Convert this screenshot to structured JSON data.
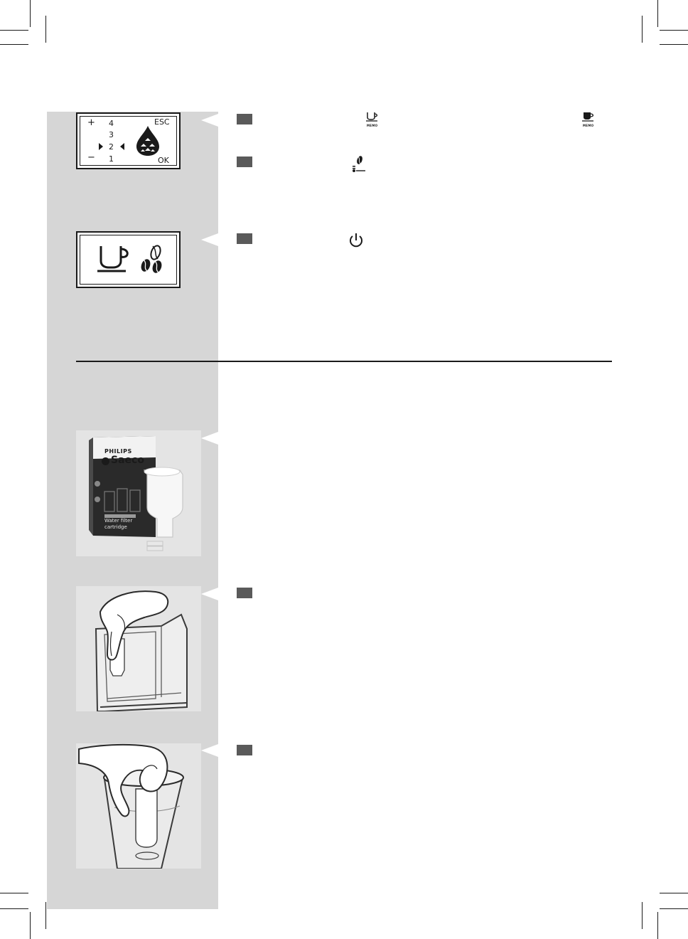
{
  "lcd_grind": {
    "plus": "+",
    "minus": "−",
    "esc": "ESC",
    "ok": "OK",
    "levels": [
      "4",
      "3",
      "2",
      "1"
    ],
    "selected_level": "2",
    "icon": "water-drop-hardness-icon"
  },
  "lcd_ready": {
    "icons": [
      "cup-icon",
      "coffee-beans-icon"
    ]
  },
  "inline_icons": {
    "memo_label": "MEMO",
    "memo_label_2": "MEMO",
    "aroma_icon": "coffee-bean-aroma-icon",
    "power_icon": "power-icon"
  },
  "filter_box": {
    "brand": "PHILIPS",
    "product_line": "Saeco",
    "product": "Water filter",
    "product_2": "cartridge"
  },
  "colors": {
    "sidebar": "#d6d6d6",
    "step_marker": "#5a5a5a"
  }
}
